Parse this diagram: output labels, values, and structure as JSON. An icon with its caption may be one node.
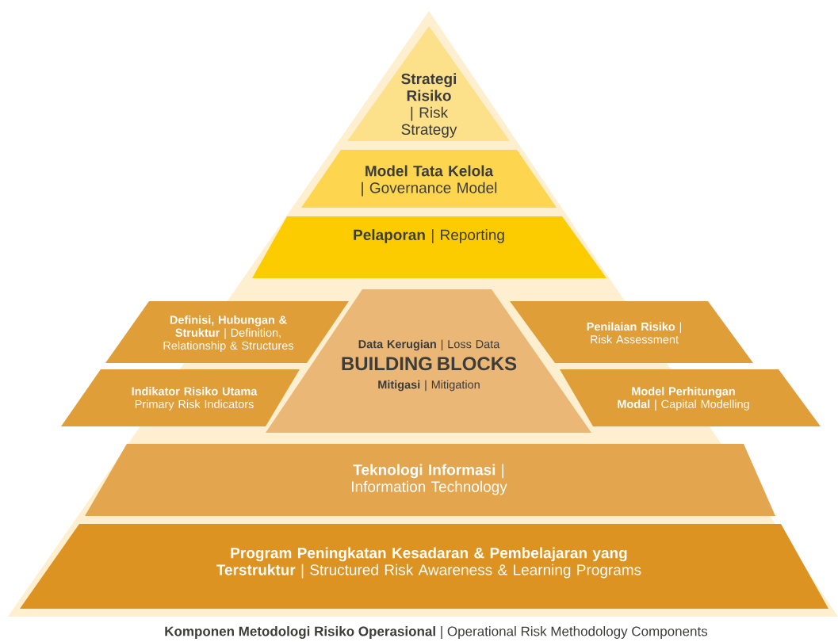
{
  "diagram": {
    "caption": "**Komponen Metodologi Risiko Operasional** | Operational Risk Methodology Components",
    "nodes": [
      {
        "text": [
          "**Strategi Risiko** | Risk Strategy"
        ]
      },
      {
        "text": [
          "**Model Tata Kelola** | Governance Model"
        ]
      },
      {
        "text": [
          "**Pelaporan** | Reporting"
        ]
      },
      {
        "text": [
          "**Definisi, Hubungan & Struktur** | Definition, Relationship & Structures"
        ]
      },
      {
        "text": [
          "**Data Kerugian** | Loss Data",
          "BUILDING BLOCKS",
          "**Mitigasi** | Mitigation"
        ]
      },
      {
        "text": [
          "**Penilaian Risiko** | Risk Assessment"
        ]
      },
      {
        "text": [
          "**Indikator Risiko Utama** Primary Risk Indicators"
        ]
      },
      {
        "text": [
          "**Model Perhitungan Modal** | Capital Modelling"
        ]
      },
      {
        "text": [
          "**Teknologi Informasi** | Information Technology"
        ]
      },
      {
        "text": [
          "**Program Peningkatan Kesadaran & Pembelajaran yang Terstruktur** | Structured Risk Awareness & Learning Programs"
        ]
      }
    ]
  }
}
